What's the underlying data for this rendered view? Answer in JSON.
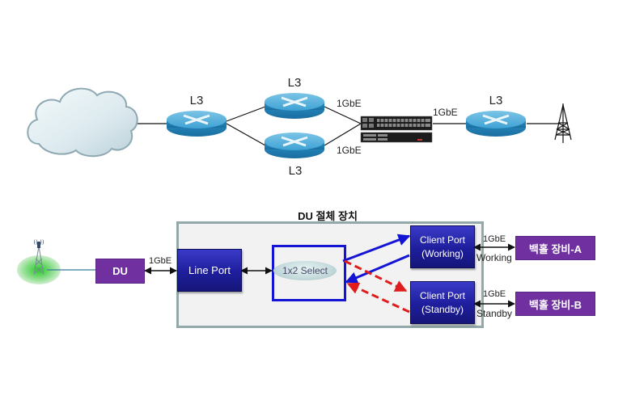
{
  "top_diagram": {
    "routers": [
      {
        "id": "router-core",
        "label": "L3"
      },
      {
        "id": "router-upper",
        "label": "L3"
      },
      {
        "id": "router-lower",
        "label": "L3"
      },
      {
        "id": "router-edge",
        "label": "L3"
      }
    ],
    "links": {
      "upper_to_switch": "1GbE",
      "lower_to_switch": "1GbE",
      "switch_to_edge": "1GbE"
    },
    "icons": {
      "cloud": "cloud-icon",
      "switch": "switch-chassis-icon",
      "tower": "cell-tower-icon"
    }
  },
  "bottom_diagram": {
    "chassis_title": "DU 절체 장치",
    "du_label": "DU",
    "du_link": "1GbE",
    "line_port": "Line Port",
    "selector": "1x2 Select",
    "client_working": {
      "line1": "Client Port",
      "line2": "(Working)"
    },
    "client_standby": {
      "line1": "Client Port",
      "line2": "(Standby)"
    },
    "working_link": {
      "speed": "1GbE",
      "state": "Working"
    },
    "standby_link": {
      "speed": "1GbE",
      "state": "Standby"
    },
    "backhaul_a": "백홀 장비-A",
    "backhaul_b": "백홀 장비-B",
    "colors": {
      "active_path": "#1414d4",
      "standby_path": "#e01c1c",
      "device_purple": "#7030a0",
      "port_navy": "#1e1e9c"
    }
  }
}
